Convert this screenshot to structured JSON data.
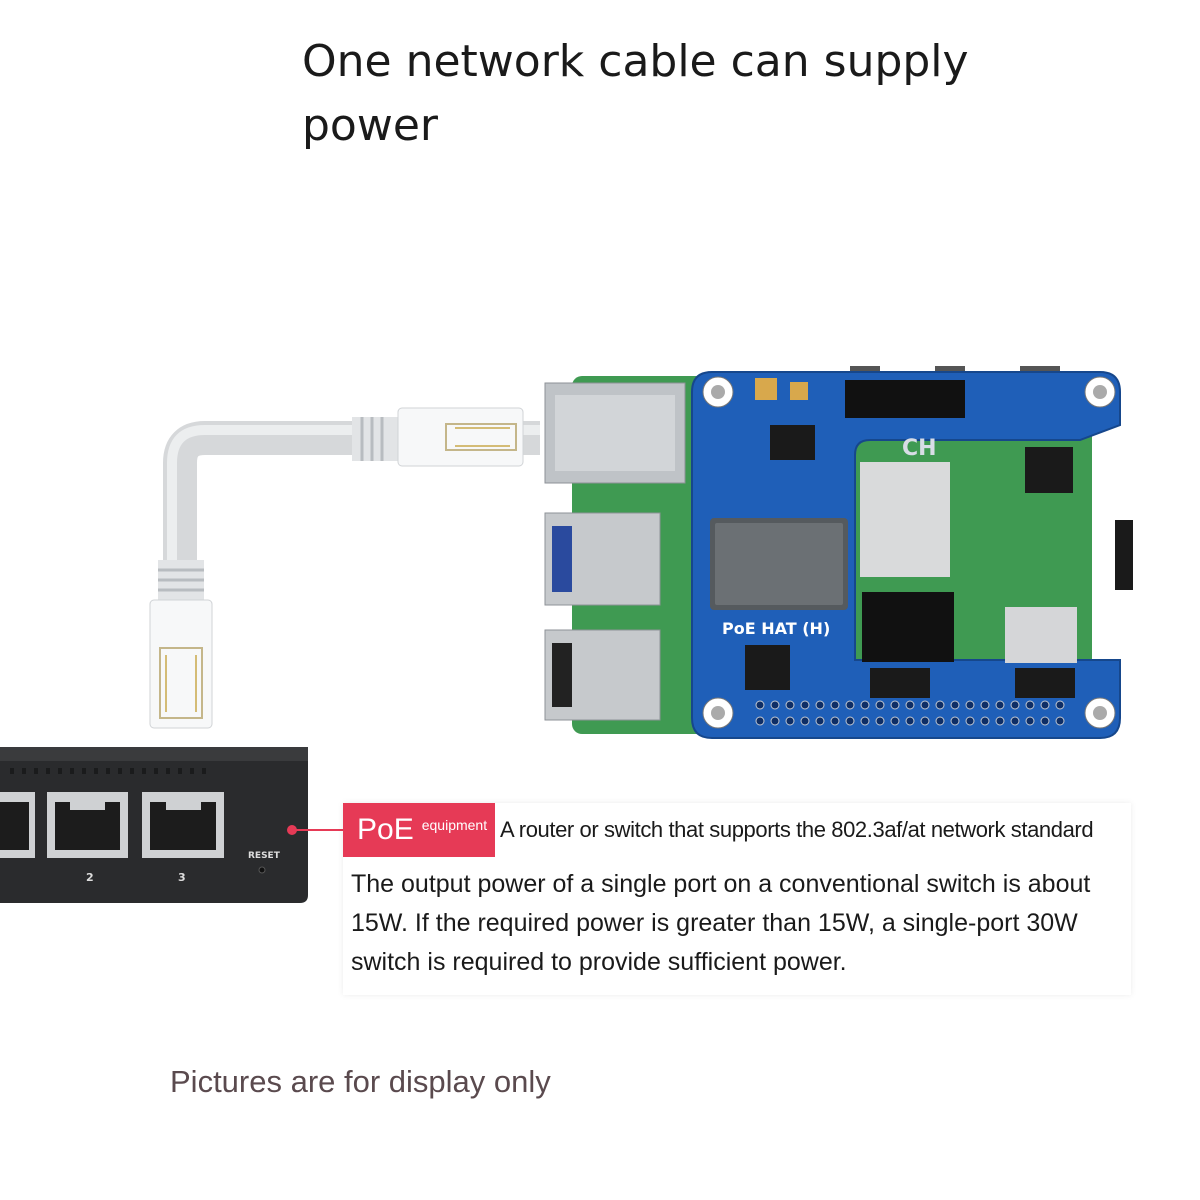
{
  "header": {
    "title": "One network cable can supply power"
  },
  "board": {
    "hat_label": "PoE HAT (H)",
    "logo_text": "CH"
  },
  "switch_device": {
    "ports": [
      "2",
      "3"
    ],
    "reset_label": "RESET"
  },
  "info": {
    "tag_main": "PoE",
    "tag_sub": "equipment",
    "tag_description": "A router or switch that supports the 802.3af/at network standard",
    "body": "The output power of a single port on a conventional switch is about 15W. If the required power is greater than 15W, a single-port 30W switch is required to provide sufficient power."
  },
  "footer": {
    "note": "Pictures are for display only"
  },
  "colors": {
    "accent": "#e63a56",
    "hat_blue": "#1f5fb8",
    "pcb_green": "#3f9a52"
  }
}
